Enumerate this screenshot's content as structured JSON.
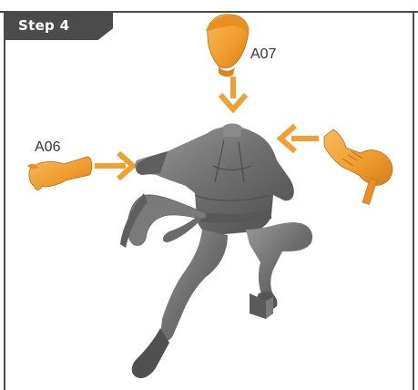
{
  "step": {
    "label": "Step 4"
  },
  "parts": {
    "head": {
      "label": "A07"
    },
    "left_hand": {
      "label": "A06"
    },
    "right_hand": {
      "label": ""
    }
  },
  "colors": {
    "part_orange": "#f2a23a",
    "figure_gray": "#6f6f6f",
    "arrow_orange": "#f0a030",
    "frame_dark": "#4a4a4a"
  }
}
